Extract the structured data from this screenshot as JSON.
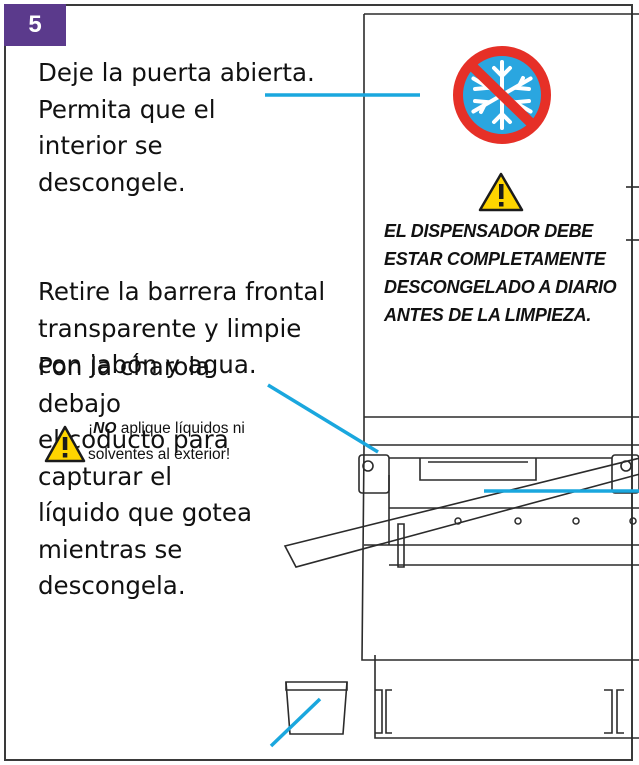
{
  "step": {
    "number": "5"
  },
  "instructions": {
    "door": "Deje la puerta abierta.\nPermita que el\ninterior se\ndescongele.",
    "barrier": "Retire la barrera frontal\ntransparente y limpie\ncon jabón y agua.",
    "tray": "Pon la charola debajo\nel coducto para\ncapturar el\nlíquido que gotea\nmientras se\ndescongela."
  },
  "caution": {
    "prefix": "¡",
    "emphasis": "NO",
    "rest": " aplique líquidos ni\nsolventes al exterior!"
  },
  "warning": {
    "text": "EL DISPENSADOR DEBE ESTAR COMPLETAMENTE DESCONGELADO A DIARIO ANTES DE LA LIMPIEZA."
  },
  "icons": {
    "no_freeze": "no-freeze-icon",
    "warning": "warning-triangle-icon"
  },
  "colors": {
    "badge": "#5b3a8c",
    "leader_line": "#1aa7de",
    "prohibition": "#e63027",
    "snowflake_bg": "#2aa6e0",
    "warning_yellow": "#ffd500"
  }
}
